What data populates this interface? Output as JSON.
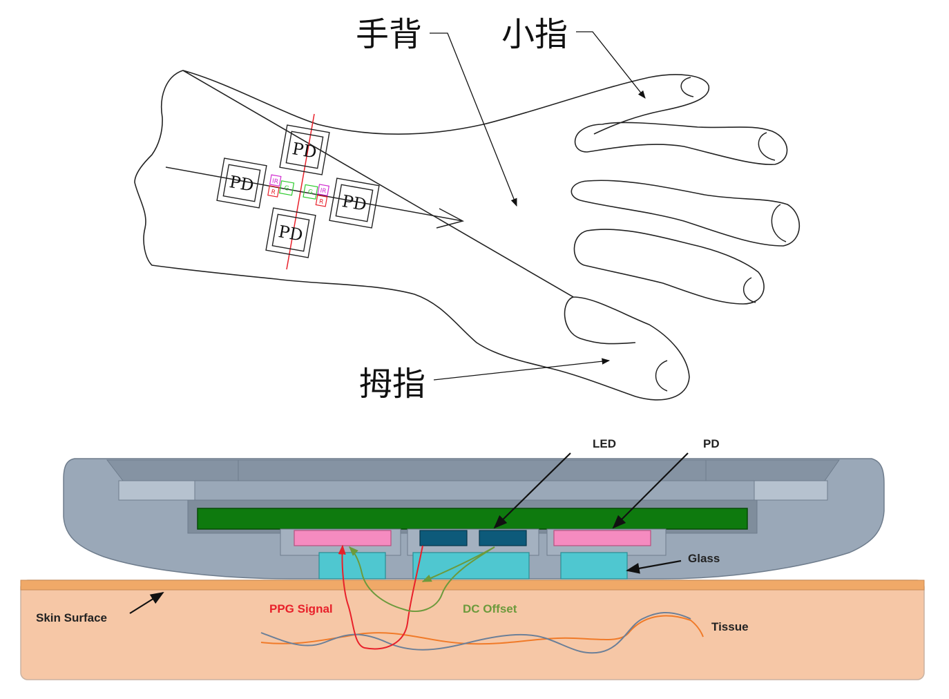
{
  "hand_diagram": {
    "label_back_of_hand": "手背",
    "label_little_finger": "小指",
    "label_thumb": "拇指",
    "pd_labels": [
      "PD",
      "PD",
      "PD",
      "PD"
    ],
    "led_labels": [
      "IR",
      "R",
      "G",
      "G",
      "IR",
      "R"
    ],
    "colors": {
      "axis_line": "#e8202a",
      "led_ir": "#d02cd0",
      "led_red": "#e8202a",
      "led_green": "#2ecc2e"
    }
  },
  "cross_section": {
    "label_led": "LED",
    "label_pd": "PD",
    "label_glass": "Glass",
    "label_skin_surface": "Skin Surface",
    "label_ppg_signal": "PPG Signal",
    "label_dc_offset": "DC Offset",
    "label_tissue": "Tissue",
    "colors": {
      "housing": "#9aa8b8",
      "pcb": "#0e7a0e",
      "pd_chip": "#f58bc0",
      "led_chip": "#0d5a7a",
      "glass": "#4fc7d0",
      "skin": "#f6c7a6",
      "skin_surface": "#f0a968",
      "ppg_signal": "#e8202a",
      "dc_offset": "#6c9a3c",
      "tissue_line_1": "#f07a28",
      "tissue_line_2": "#6b7f98"
    }
  }
}
